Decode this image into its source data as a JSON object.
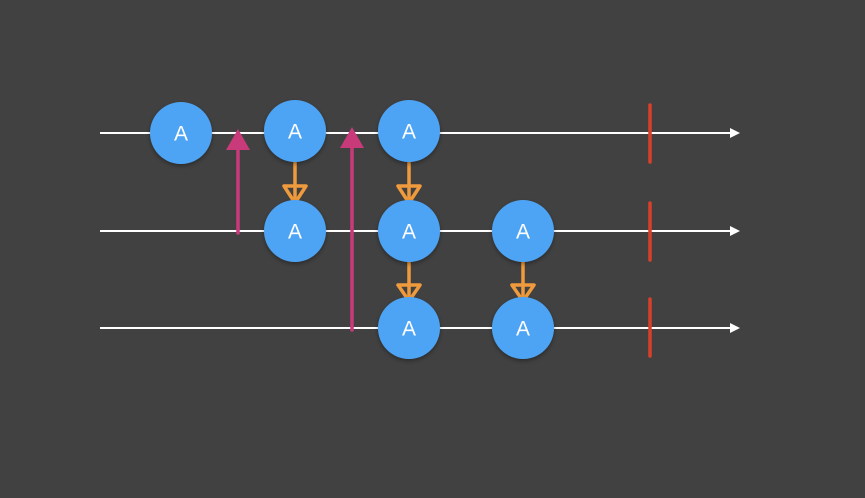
{
  "diagram": {
    "background": "#414141",
    "colors": {
      "line": "#ffffff",
      "node": "#4da3f4",
      "node_text": "#ffffff",
      "subscribe_arrow": "#c93a7a",
      "emit_arrow": "#ef9a3c",
      "terminator": "#d8402c"
    },
    "timelines": [
      {
        "nodes": [
          {
            "label": "A"
          },
          {
            "label": "A"
          },
          {
            "label": "A"
          }
        ]
      },
      {
        "nodes": [
          {
            "label": "A"
          },
          {
            "label": "A"
          },
          {
            "label": "A"
          }
        ]
      },
      {
        "nodes": [
          {
            "label": "A"
          },
          {
            "label": "A"
          }
        ]
      }
    ]
  }
}
